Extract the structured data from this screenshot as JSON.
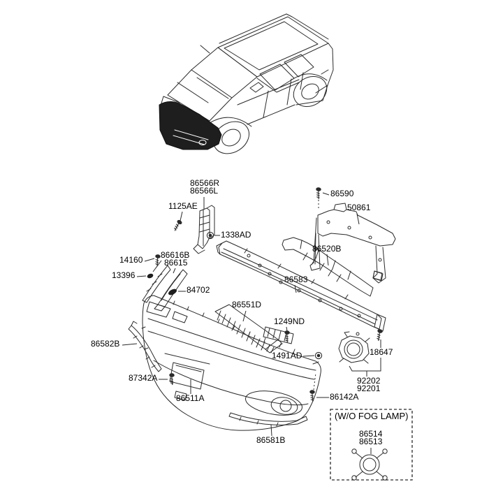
{
  "colors": {
    "background": "#ffffff",
    "line": "#2a2a2a",
    "text": "#000000",
    "bumper_highlight": "#1e1e1e"
  },
  "labels": {
    "86566R": "86566R",
    "86566L": "86566L",
    "1125AE": "1125AE",
    "1338AD": "1338AD",
    "86590": "86590",
    "50861": "50861",
    "86520B": "86520B",
    "14160": "14160",
    "86616B": "86616B",
    "86615": "86615",
    "13396": "13396",
    "84702": "84702",
    "86583": "86583",
    "86551D": "86551D",
    "1249ND": "1249ND",
    "86582B": "86582B",
    "1491AD": "1491AD",
    "18647": "18647",
    "92202": "92202",
    "92201": "92201",
    "87342A": "87342A",
    "86511A": "86511A",
    "86142A": "86142A",
    "86581B": "86581B"
  },
  "no_fog_lamp_box": {
    "title": "(W/O FOG LAMP)",
    "labels": {
      "86514": "86514",
      "86513": "86513"
    }
  }
}
